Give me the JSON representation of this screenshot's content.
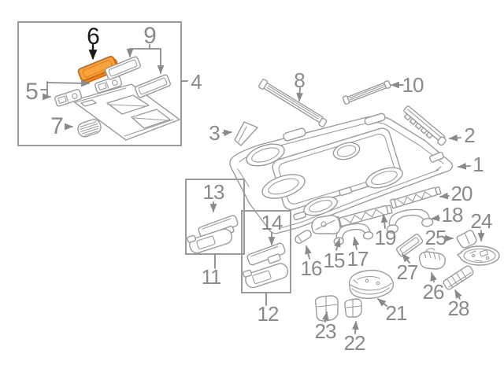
{
  "diagram": {
    "type": "exploded-parts-diagram",
    "description": "Vehicle roof headliner and interior trim exploded-view parts diagram with numbered callouts",
    "colors": {
      "background": "#ffffff",
      "line": "#9b9b9b",
      "label": "#8a8a8a",
      "highlight_fill": "#f9a33c",
      "highlight_edge": "#e8871f",
      "highlight_stroke": "#c8681a",
      "highlight_label": "#1a1a1a"
    },
    "highlighted_callout": "6",
    "groups": [
      {
        "box_label": "4",
        "contains": [
          "5",
          "6",
          "7",
          "9"
        ]
      },
      {
        "box_label": "11",
        "contains": [
          "13"
        ]
      },
      {
        "box_label": "12",
        "contains": [
          "14"
        ]
      }
    ],
    "callouts": {
      "c1": {
        "label": "1",
        "highlighted": false
      },
      "c2": {
        "label": "2",
        "highlighted": false
      },
      "c3": {
        "label": "3",
        "highlighted": false
      },
      "c4": {
        "label": "4",
        "highlighted": false
      },
      "c5": {
        "label": "5",
        "highlighted": false
      },
      "c6": {
        "label": "6",
        "highlighted": true
      },
      "c7": {
        "label": "7",
        "highlighted": false
      },
      "c8": {
        "label": "8",
        "highlighted": false
      },
      "c9": {
        "label": "9",
        "highlighted": false
      },
      "c10": {
        "label": "10",
        "highlighted": false
      },
      "c11": {
        "label": "11",
        "highlighted": false
      },
      "c12": {
        "label": "12",
        "highlighted": false
      },
      "c13": {
        "label": "13",
        "highlighted": false
      },
      "c14": {
        "label": "14",
        "highlighted": false
      },
      "c15": {
        "label": "15",
        "highlighted": false
      },
      "c16": {
        "label": "16",
        "highlighted": false
      },
      "c17": {
        "label": "17",
        "highlighted": false
      },
      "c18": {
        "label": "18",
        "highlighted": false
      },
      "c19": {
        "label": "19",
        "highlighted": false
      },
      "c20": {
        "label": "20",
        "highlighted": false
      },
      "c21": {
        "label": "21",
        "highlighted": false
      },
      "c22": {
        "label": "22",
        "highlighted": false
      },
      "c23": {
        "label": "23",
        "highlighted": false
      },
      "c24": {
        "label": "24",
        "highlighted": false
      },
      "c25": {
        "label": "25",
        "highlighted": false
      },
      "c26": {
        "label": "26",
        "highlighted": false
      },
      "c27": {
        "label": "27",
        "highlighted": false
      },
      "c28": {
        "label": "28",
        "highlighted": false
      }
    }
  }
}
